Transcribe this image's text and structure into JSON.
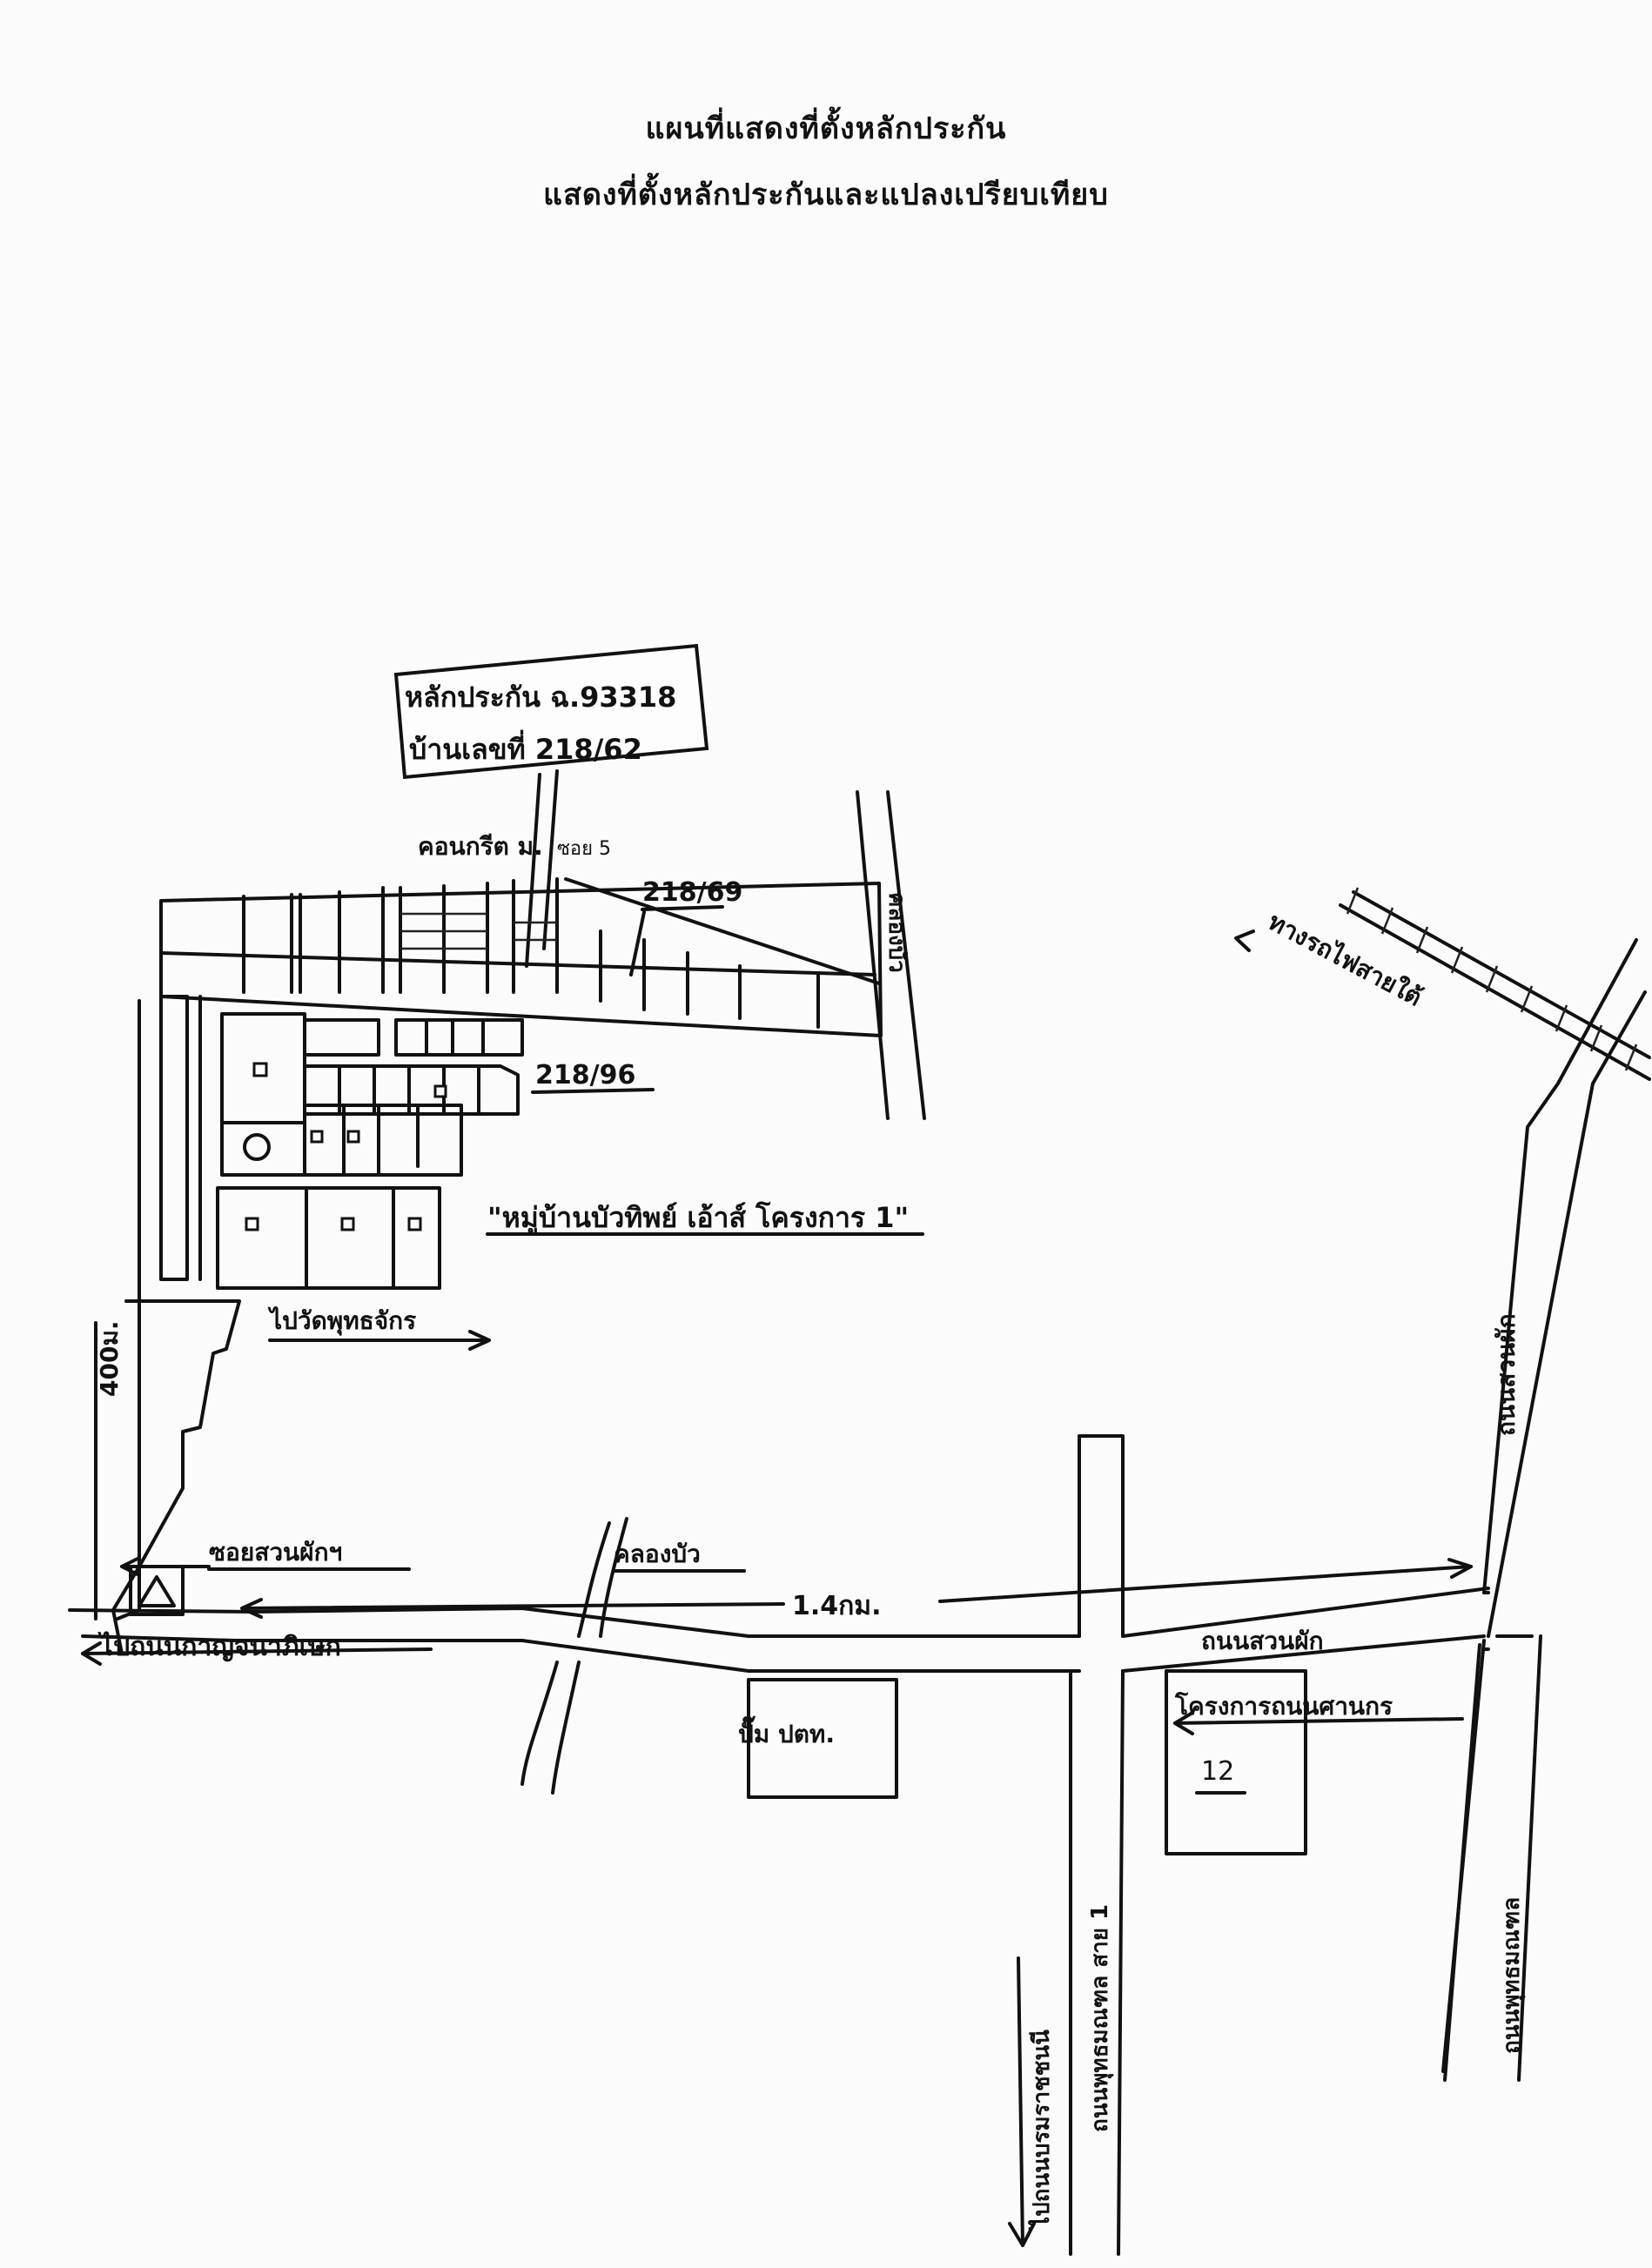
{
  "header": {
    "title_line1": "แผนที่แสดงที่ตั้งหลักประกัน",
    "title_line2": "แสดงที่ตั้งหลักประกันและแปลงเปรียบเทียบ"
  },
  "collateral_box": {
    "line1": "หลักประกัน ฉ.93318",
    "line2": "บ้านเลขที่ 218/62"
  },
  "labels": {
    "soi_condo": "คอนกรีต ม.",
    "soi_number": "ซอย 5",
    "house_218_69": "218/69",
    "house_218_96": "218/96",
    "village": "\"หมู่บ้านบัวทิพย์ เอ้าส์ โครงการ 1\"",
    "to_wat": "ไปวัดพุทธจักร",
    "distance_400": "400ม.",
    "soi_suan": "ซอยสวนผักฯ",
    "khlong_bua": "คลองบัว",
    "distance_14": "1.4กม.",
    "main_road": "ไปถนนกาญจนาภิเษก",
    "suan_phak_road": "ถนนสวนผัก",
    "gas_station": "ปั๊ม ปตท.",
    "project": "โครงการถนนศานกร",
    "project_number": "12",
    "railway": "ทางรถไฟสายใต้",
    "road_right_vertical": "ถนนสวนผัก",
    "road_bottom_left": "ไปถนนบรมราชชนนี",
    "road_bottom_mid": "ถนนพุทธมณฑล สาย 1",
    "road_bottom_right": "ถนนพุทธมณฑล",
    "road_top_vertical": "คลองบัว"
  },
  "colors": {
    "ink": "#111111",
    "paper": "#fbfbfb"
  }
}
